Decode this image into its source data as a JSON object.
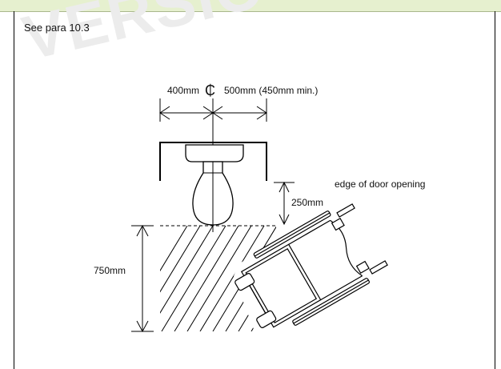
{
  "watermark": {
    "text": "VERSIO"
  },
  "reference": {
    "text": "See para 10.3"
  },
  "dimensions": {
    "left_width": "400mm",
    "centerline_symbol": "₵",
    "right_width": "500mm (450mm min.)",
    "gap": "250mm",
    "depth": "750mm"
  },
  "labels": {
    "door_edge": "edge of door opening"
  },
  "colors": {
    "line": "#000000",
    "header_bg": "#e6f0cf"
  }
}
